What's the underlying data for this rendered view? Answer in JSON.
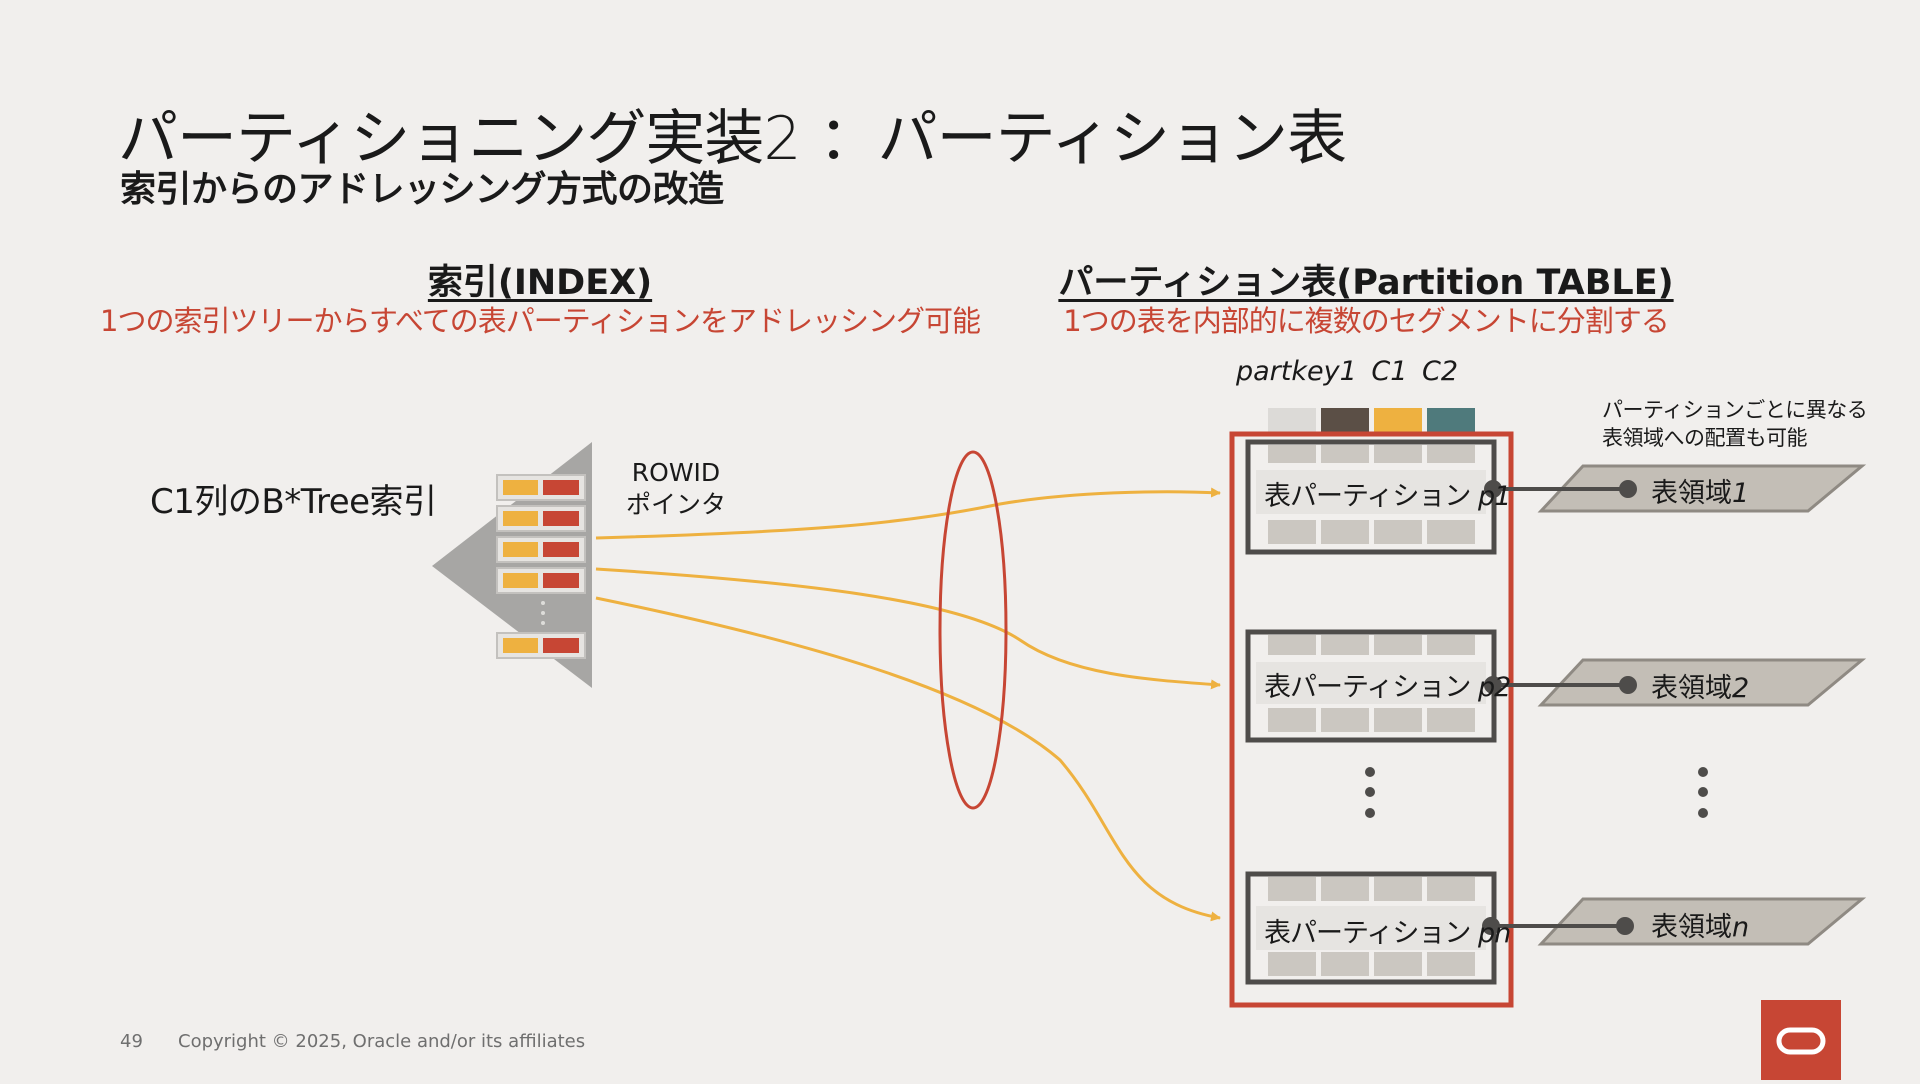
{
  "header": {
    "title": "パーティショニング実装2 ：パーティション表",
    "subtitle": "索引からのアドレッシング方式の改造"
  },
  "index_section": {
    "heading": "索引(INDEX)",
    "description": "1つの索引ツリーからすべての表パーティションをアドレッシング可能",
    "btree_label": "C1列のB*Tree索引",
    "rowid_label_line1": "ROWID",
    "rowid_label_line2": "ポインタ"
  },
  "table_section": {
    "heading": "パーティション表(Partition TABLE)",
    "description": "1つの表を内部的に複数のセグメントに分割する",
    "column_headers": "partkey1  C1  C2",
    "tablespace_note_line1": "パーティションごとに異なる",
    "tablespace_note_line2": "表領域への配置も可能",
    "partitions": [
      {
        "prefix": "表パーティション ",
        "name": "p1"
      },
      {
        "prefix": "表パーティション ",
        "name": "p2"
      },
      {
        "prefix": "表パーティション ",
        "name": "pn"
      }
    ],
    "tablespaces": [
      {
        "prefix": "表領域",
        "suffix": "1"
      },
      {
        "prefix": "表領域",
        "suffix": "2"
      },
      {
        "prefix": "表領域",
        "suffix": "n"
      }
    ]
  },
  "footer": {
    "page_number": "49",
    "copyright": "Copyright © 2025, Oracle and/or its affiliates"
  },
  "colors": {
    "accent_red": "#c74634",
    "arrow_orange": "#eeb140",
    "dark_border": "#4e4c4a",
    "gray_cell": "#cbc7c1",
    "column_colors": [
      "#dcdad7",
      "#5b4f46",
      "#eeb140",
      "#4f7a7c"
    ]
  },
  "icons": [
    "oracle-logo-icon",
    "btree-index-icon",
    "ellipsis-icon"
  ]
}
